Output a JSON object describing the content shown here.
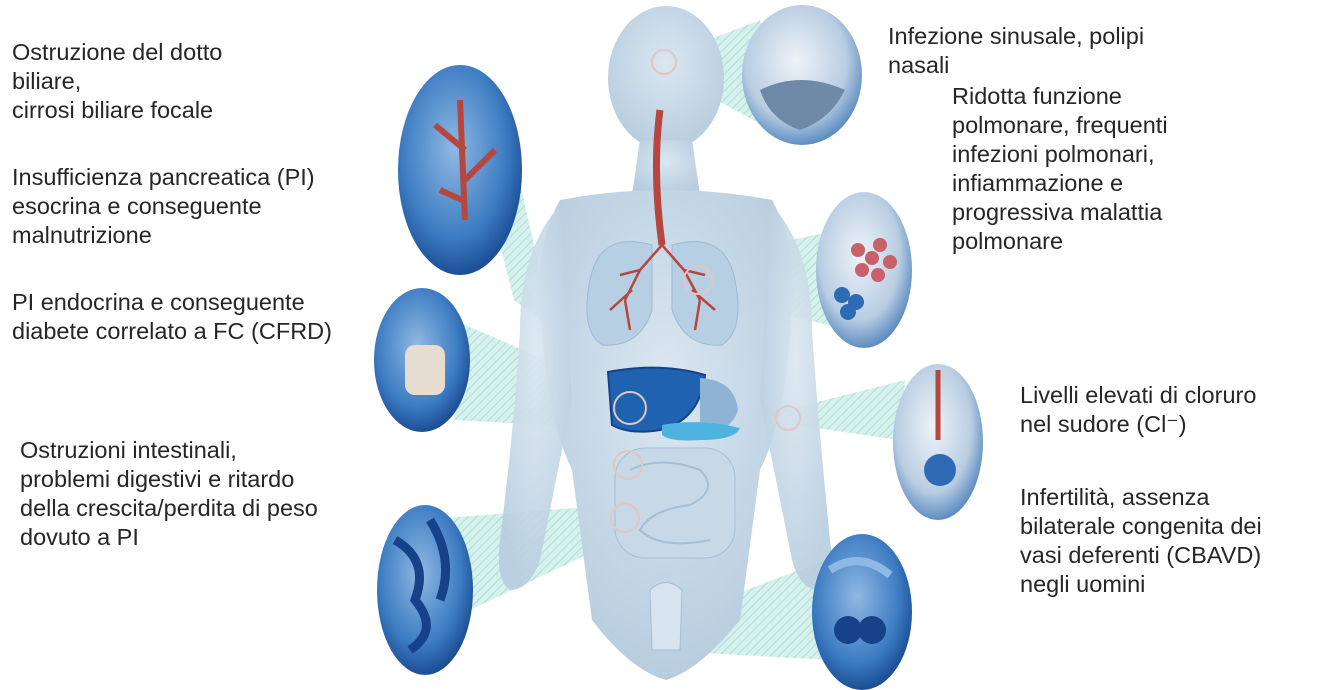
{
  "labels": {
    "biliary": "Ostruzione del dotto\nbiliare,\ncirrosi biliare focale",
    "pi_exocrine": "Insufficienza pancreatica (PI)\nesocrina e conseguente\nmalnutrizione",
    "cfrd": "PI endocrina e conseguente\ndiabete correlato a FC (CFRD)",
    "intestine": "Ostruzioni intestinali,\nproblemi digestivi e ritardo\ndella crescita/perdita di peso\ndovuto a PI",
    "sinus": "Infezione sinusale, polipi\nnasali",
    "lung": "Ridotta funzione\npolmonare, frequenti\ninfezioni polmonari,\ninfiammazione e\nprogressiva malattia\npolmonare",
    "sweat": "Livelli elevati di cloruro\nnel sudore (Cl⁻)",
    "fertility": "Infertilità, assenza\nbilaterale congenita dei\nvasi deferenti (CBAVD)\nnegli uomini"
  },
  "colors": {
    "body": "#c9dbe8",
    "body_edge": "#a9c3d6",
    "beam": "#bfe6e1",
    "organ_blue": "#1f63b0",
    "organ_dark": "#16428a",
    "vessel_red": "#b5473e",
    "lung_fill": "#b6cfe3"
  }
}
